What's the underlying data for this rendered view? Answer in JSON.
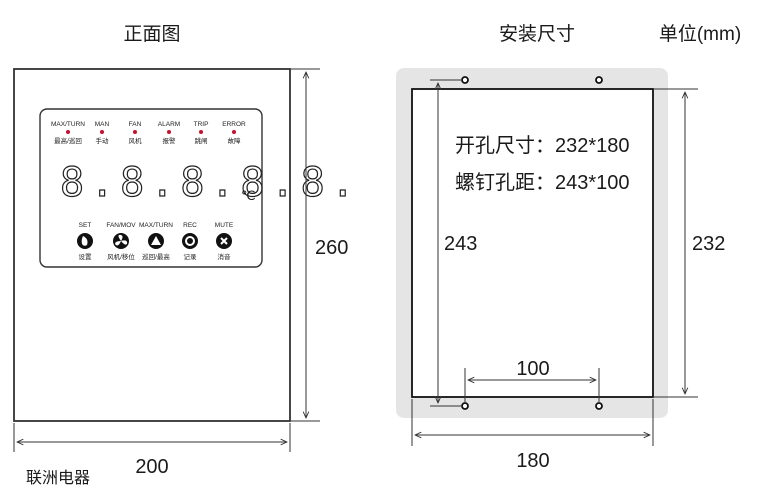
{
  "titles": {
    "front_view": "正面图",
    "install_size": "安装尺寸",
    "unit": "单位(mm)"
  },
  "front": {
    "width_dim": "200",
    "height_dim": "260",
    "indicators": [
      "MAX/TURN",
      "MAN",
      "FAN",
      "ALARM",
      "TRIP",
      "ERROR"
    ],
    "indicator_cn": [
      "最高/巡回",
      "手动",
      "风机",
      "报警",
      "跳闸",
      "故障"
    ],
    "display": "8.8.8.8.8.",
    "display_unit": "℃",
    "buttons": [
      "SET",
      "FAN/MOV",
      "MAX/TURN",
      "REC",
      "MUTE"
    ],
    "button_cn": [
      "设置",
      "风机/移位",
      "巡回/最高",
      "记录",
      "消音"
    ],
    "button_icons": [
      "set-icon",
      "fan-icon",
      "up-triangle-icon",
      "ring-icon",
      "mute-x-icon"
    ],
    "indicator_color": "#c8102e",
    "maker": "联洲电器"
  },
  "install": {
    "cutout_text": "开孔尺寸：232*180",
    "screw_text": "螺钉孔距：243*100",
    "dim_243": "243",
    "dim_232": "232",
    "dim_100": "100",
    "dim_180": "180",
    "plate_color": "#e5e5e5"
  }
}
